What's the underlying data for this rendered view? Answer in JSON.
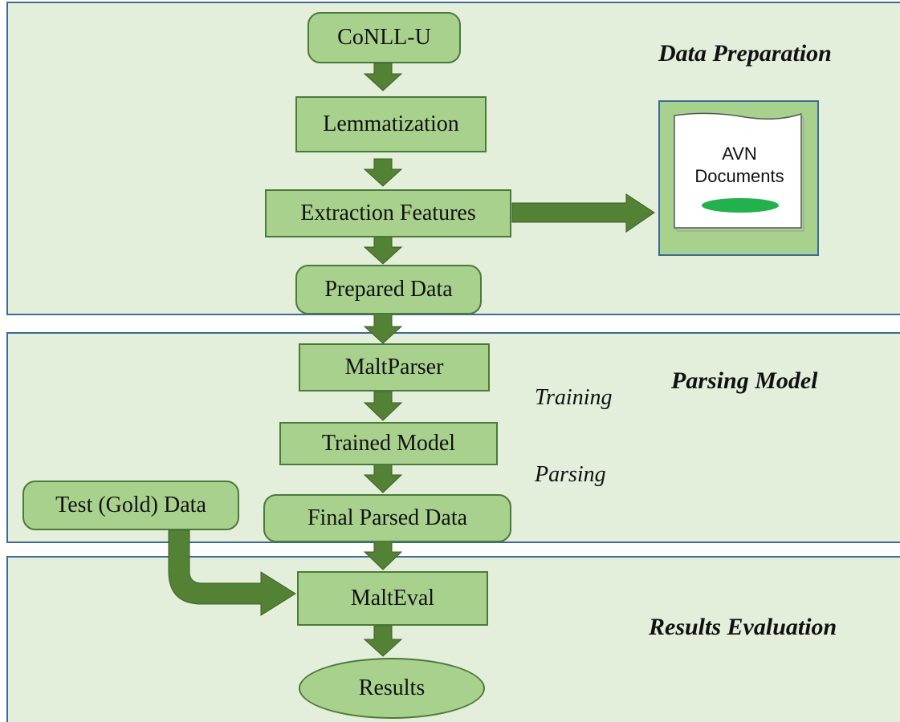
{
  "sections": {
    "data_preparation": "Data Preparation",
    "parsing_model": "Parsing Model",
    "results_evaluation": "Results Evaluation"
  },
  "nodes": {
    "conll_u": "CoNLL-U",
    "lemmatization": "Lemmatization",
    "extraction_features": "Extraction Features",
    "prepared_data": "Prepared Data",
    "maltparser": "MaltParser",
    "trained_model": "Trained Model",
    "final_parsed_data": "Final Parsed Data",
    "test_gold_data": "Test (Gold) Data",
    "malteval": "MaltEval",
    "results": "Results"
  },
  "step_labels": {
    "training": "Training",
    "parsing": "Parsing"
  },
  "document": {
    "line1": "AVN",
    "line2": "Documents"
  },
  "colors": {
    "panel_fill": "#e3eedb",
    "panel_border": "#3e6a97",
    "node_fill": "#a9d18e",
    "node_border": "#4a7a3a",
    "arrow": "#548235",
    "doc_oval": "#22b14c"
  },
  "icons": {
    "document": "document-icon"
  }
}
